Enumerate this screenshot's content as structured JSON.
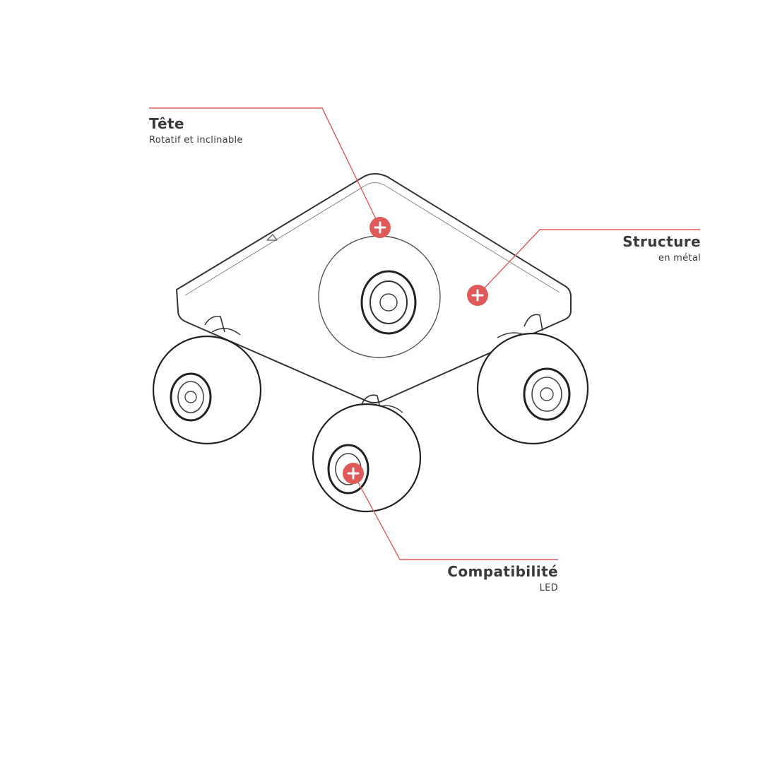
{
  "accent_color": "#e05a5a",
  "line_color": "#3a3a3a",
  "callouts": {
    "tete": {
      "title": "Tête",
      "subtitle": "Rotatif et inclinable"
    },
    "structure": {
      "title": "Structure",
      "subtitle": "en métal"
    },
    "compatibilite": {
      "title": "Compatibilité",
      "subtitle": "LED"
    }
  },
  "hotspot_icon": "plus-icon"
}
